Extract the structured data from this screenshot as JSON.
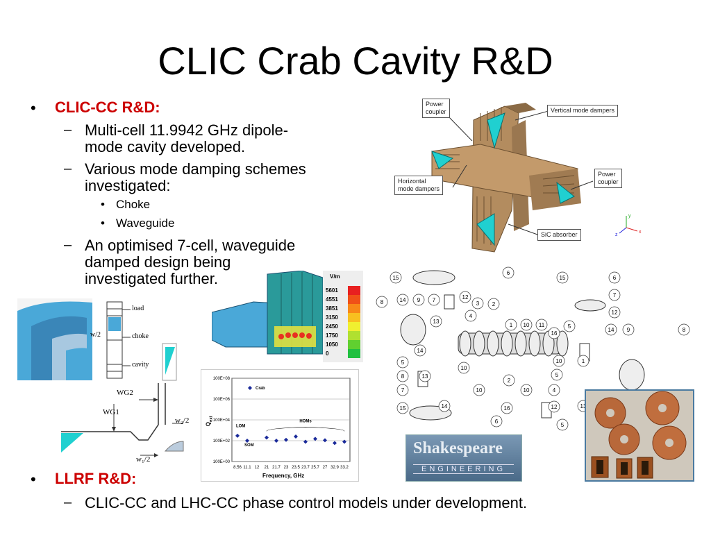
{
  "title": "CLIC Crab Cavity R&D",
  "sections": [
    {
      "heading": "CLIC-CC R&D:",
      "items": [
        {
          "text_lines": [
            "Multi-cell 11.9942 GHz dipole-",
            "mode cavity developed."
          ]
        },
        {
          "text_lines": [
            "Various mode damping schemes",
            "investigated:"
          ],
          "subitems": [
            "Choke",
            "Waveguide"
          ]
        },
        {
          "text_lines": [
            "An optimised 7-cell, waveguide",
            "damped design being",
            "investigated further."
          ]
        }
      ]
    },
    {
      "heading": "LLRF R&D:",
      "items": [
        {
          "text_lines": [
            "CLIC-CC and LHC-CC phase control models under development."
          ]
        }
      ]
    }
  ],
  "cavity_figure": {
    "labels": {
      "power_coupler_1": [
        "Power",
        "coupler"
      ],
      "vertical_dampers": "Vertical mode dampers",
      "horizontal_dampers": [
        "Horizontal",
        "mode dampers"
      ],
      "power_coupler_2": [
        "Power",
        "coupler"
      ],
      "sic_absorber": "SiC absorber"
    },
    "axis_labels": [
      "y",
      "z",
      "x"
    ]
  },
  "choke_figure": {
    "labels": {
      "load": "load",
      "choke": "choke",
      "cavity": "cavity",
      "w2": "w/2",
      "wg2": "WG2",
      "wg1": "WG1",
      "w2_2": "w₂/2",
      "w1_2": "w₁/2"
    }
  },
  "field_figure": {
    "unit": "V/m",
    "scale_values": [
      "5601",
      "4551",
      "3851",
      "3150",
      "2450",
      "1750",
      "1050",
      "0"
    ],
    "scale_colors": [
      "#e82020",
      "#f05018",
      "#f88818",
      "#f8c020",
      "#f0f030",
      "#b0e030",
      "#60d030",
      "#20c040"
    ]
  },
  "q_chart_axis": {
    "ylabel": "Q",
    "ylabel_sub": "ext",
    "xlabel": "Frequency, GHz"
  },
  "chart_data": {
    "type": "scatter",
    "xlabel": "Frequency, GHz",
    "ylabel": "Qext",
    "y_scale": "log",
    "ylim": [
      1,
      100000000
    ],
    "y_ticks": [
      "100E+00",
      "100E+02",
      "100E+04",
      "100E+06",
      "100E+08"
    ],
    "x_ticks": [
      "8.56",
      "11.1",
      "12",
      "21",
      "21.7",
      "23",
      "23.5",
      "23.7",
      "25.7",
      "27",
      "32.9",
      "33.2"
    ],
    "legend": [
      "Crab"
    ],
    "annotations": [
      "LOM",
      "SOM",
      "HOMs"
    ],
    "series": [
      {
        "name": "Crab",
        "points": [
          [
            8.56,
            300
          ],
          [
            11.1,
            100
          ],
          [
            21,
            200
          ],
          [
            21.7,
            100
          ],
          [
            23,
            120
          ],
          [
            23.5,
            250
          ],
          [
            23.7,
            80
          ],
          [
            25.7,
            150
          ],
          [
            27,
            110
          ],
          [
            32.9,
            60
          ],
          [
            33.2,
            80
          ]
        ]
      }
    ]
  },
  "exploded_view": {
    "part_numbers": [
      "15",
      "6",
      "8",
      "14",
      "9",
      "7",
      "12",
      "3",
      "2",
      "4",
      "13",
      "1",
      "10",
      "11",
      "5",
      "16"
    ]
  },
  "logo": {
    "line1": "Shakespeare",
    "line2": "ENGINEERING"
  }
}
